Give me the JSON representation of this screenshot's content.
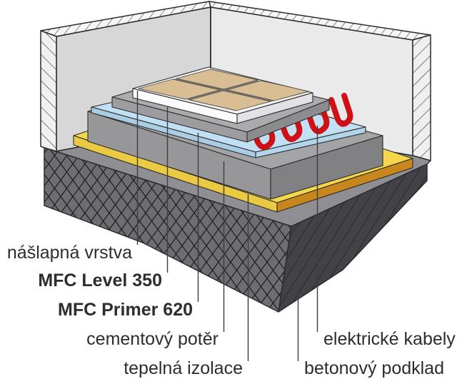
{
  "diagram": {
    "description": "Cutaway isometric diagram of an electrically heated floor construction in a room corner",
    "labels": {
      "naslapna": "nášlapná vrstva",
      "level": "MFC Level 350",
      "primer": "MFC Primer 620",
      "poter": "cementový potěr",
      "izolace": "tepelná izolace",
      "kabely": "elektrické kabely",
      "podklad": "betonový podklad"
    },
    "layers_top_to_bottom": [
      "nášlapná vrstva",
      "MFC Level 350",
      "elektrické kabely",
      "MFC Primer 620",
      "cementový potěr",
      "tepelná izolace",
      "betonový podklad"
    ],
    "colors": {
      "tile_tan": "#d9bd93",
      "grout_gray": "#7a7a7d",
      "slab_white_top": "#f3f3f4",
      "slab_white_left": "#fbfbfb",
      "slab_white_right": "#e2e2e4",
      "level_gray_top": "#ababae",
      "level_gray_left": "#9d9da0",
      "level_gray_right": "#8c8c8f",
      "primer_blue_top": "#c2e0f3",
      "primer_blue_left": "#a9cde2",
      "primer_blue_right": "#b2d5e9",
      "screed_gray_top": "#a4a4a7",
      "screed_gray_left": "#97979a",
      "screed_gray_right": "#818184",
      "insulation_yellow_top": "#f3d54e",
      "insulation_yellow_left": "#eac943",
      "insulation_orange_right": "#c8871c",
      "base_gray_top": "#8f8f93",
      "wall_left_face": "#d7d7d8",
      "wall_right_face": "#eaeaeb",
      "cable_red": "#cf1016",
      "outline": "#2b2b2c",
      "label_text": "#2d2d2e"
    }
  }
}
